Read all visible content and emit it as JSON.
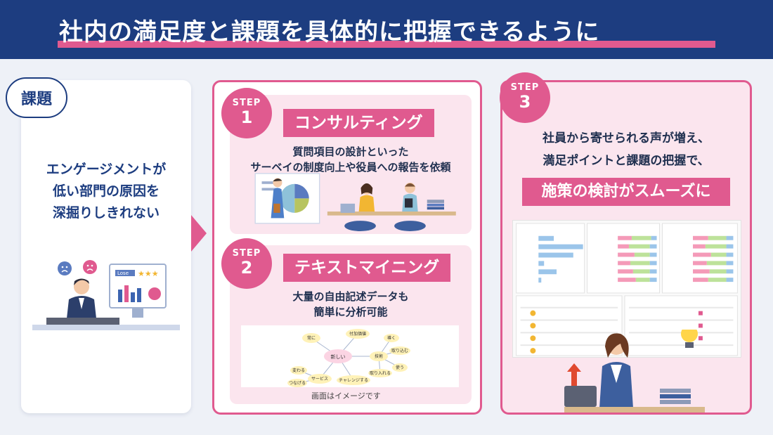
{
  "header": {
    "title": "社内の満足度と課題を具体的に把握できるように"
  },
  "issue": {
    "badge": "課題",
    "lines": [
      "エンゲージメントが",
      "低い部門の原因を",
      "深掘りしきれない"
    ],
    "chart_badge": "Lose"
  },
  "steps": [
    {
      "step_word": "STEP",
      "number": "1",
      "title": "コンサルティング",
      "lines": [
        "質問項目の設計といった",
        "サーベイの制度向上や役員への報告を依頼"
      ]
    },
    {
      "step_word": "STEP",
      "number": "2",
      "title": "テキストマイニング",
      "lines": [
        "大量の自由記述データも",
        "簡単に分析可能"
      ],
      "map_words": [
        "常に",
        "付加価値",
        "新しい",
        "技術",
        "サービス",
        "チャレンジする",
        "変わる",
        "つなげる",
        "導く",
        "取り込む",
        "取り入れる",
        "使う"
      ],
      "caption": "画面はイメージです"
    },
    {
      "step_word": "STEP",
      "number": "3",
      "lines": [
        "社員から寄せられる声が増え、",
        "満足ポイントと課題の把握で、"
      ],
      "highlight": "施策の検討がスムーズに"
    }
  ],
  "colors": {
    "navy": "#1d3d80",
    "pink": "#e05a8f",
    "pink_light": "#fbe5ee"
  }
}
